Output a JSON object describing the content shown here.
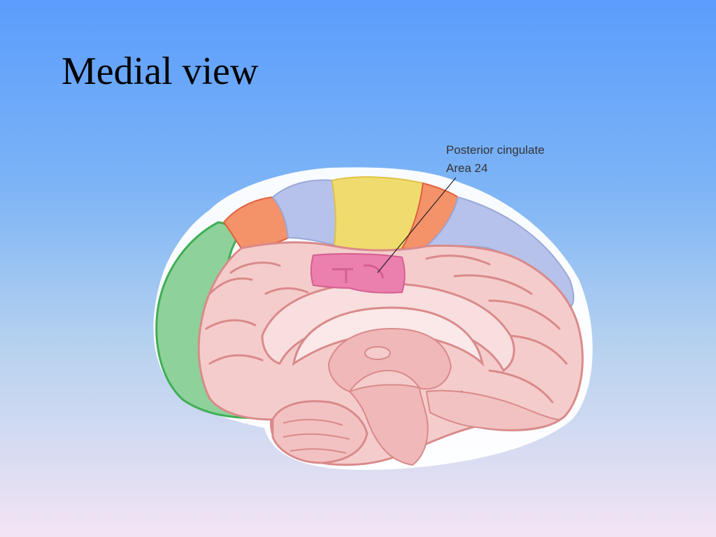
{
  "slide": {
    "title": "Medial view"
  },
  "diagram": {
    "subject": "brain-medial-view",
    "callout": {
      "line1": "Posterior cingulate",
      "line2": "Area 24"
    }
  },
  "colors": {
    "background_top": "#5b9dfd",
    "background_bottom": "#f3e4f4",
    "brain_base": "#f5cccc",
    "brain_outline": "#d98a8a",
    "region_green": "#8fd19a",
    "region_orange": "#f4926a",
    "region_lavender": "#b6c2ea",
    "region_yellow": "#f0dc6e",
    "region_pink": "#eb7fae"
  }
}
